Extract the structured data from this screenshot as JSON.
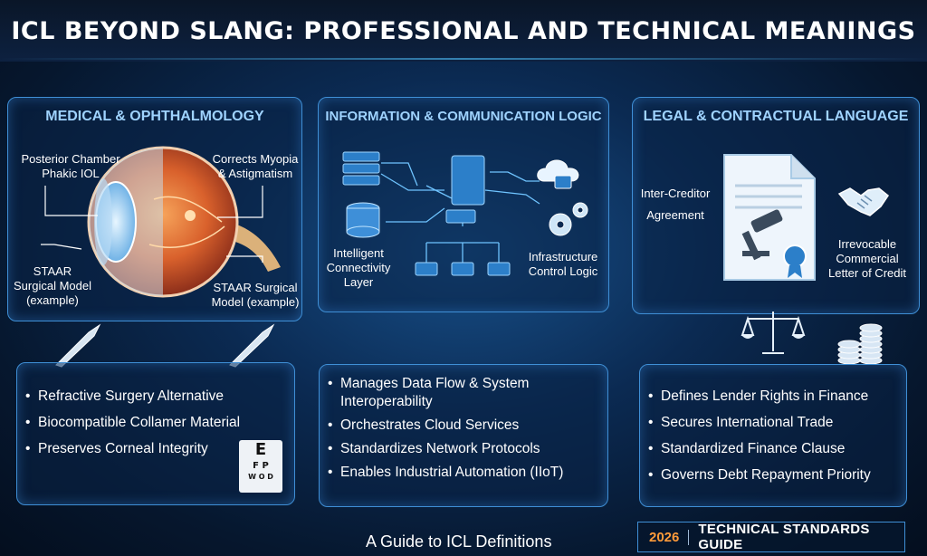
{
  "title": "ICL BEYOND SLANG: PROFESSIONAL AND TECHNICAL MEANINGS",
  "panels": {
    "medical": {
      "title": "MEDICAL & OPHTHALMOLOGY",
      "labels": {
        "posterior": [
          "Posterior Chamber",
          "Phakic IOL"
        ],
        "myopia": [
          "Corrects Myopia",
          "& Astigmatism"
        ],
        "staar_left": [
          "STAAR",
          "Surgical Model",
          "(example)"
        ],
        "staar_right": [
          "STAAR Surgical",
          "Model (example)"
        ]
      },
      "eye_chart": [
        "E",
        "F P",
        "W O D"
      ],
      "bullets": [
        "Refractive Surgery Alternative",
        "Biocompatible Collamer Material",
        "Preserves Corneal Integrity"
      ]
    },
    "information": {
      "title": "INFORMATION & COMMUNICATION LOGIC",
      "labels": {
        "intelligent": [
          "Intelligent",
          "Connectivity",
          "Layer"
        ],
        "infrastructure": [
          "Infrastructure",
          "Control Logic"
        ]
      },
      "bullets": [
        "Manages Data Flow & System Interoperability",
        "Orchestrates Cloud Services",
        "Standardizes Network Protocols",
        "Enables Industrial Automation (IIoT)"
      ]
    },
    "legal": {
      "title": "LEGAL & CONTRACTUAL LANGUAGE",
      "labels": {
        "inter_creditor": [
          "Inter-Creditor",
          "Agreement"
        ],
        "irrevocable": [
          "Irrevocable",
          "Commercial",
          "Letter of Credit"
        ]
      },
      "bullets": [
        "Defines Lender Rights in Finance",
        "Secures International Trade",
        "Standardized Finance Clause",
        "Governs Debt Repayment Priority"
      ]
    }
  },
  "footer": {
    "guide": "A Guide to ICL Definitions",
    "year": "2026",
    "standards": "TECHNICAL STANDARDS GUIDE"
  },
  "colors": {
    "accent": "#3f8fd6",
    "title": "#9fd3ff",
    "year": "#ff9b3a"
  }
}
